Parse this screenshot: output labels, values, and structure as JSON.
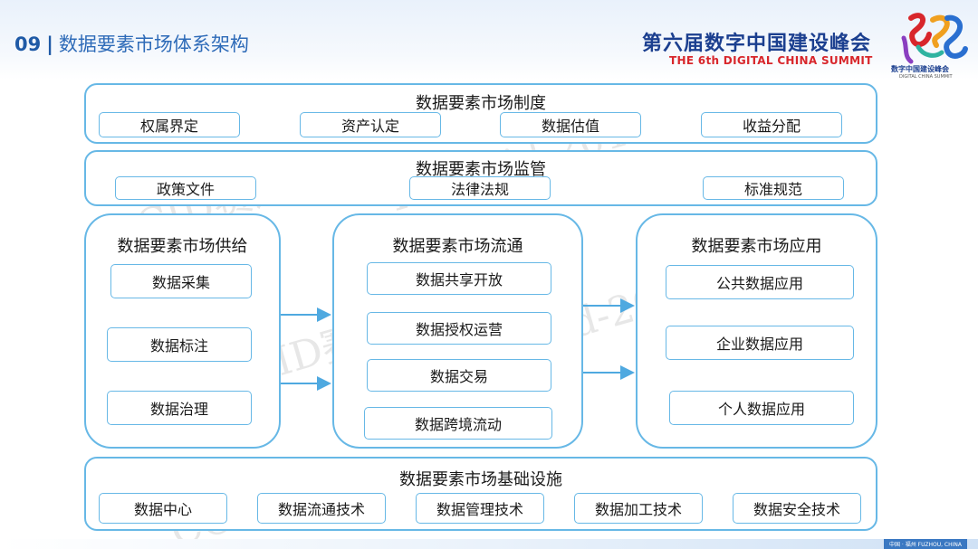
{
  "header": {
    "number": "09",
    "separator": "|",
    "title": "数据要素市场体系架构",
    "summit_cn": "第六届数字中国建设峰会",
    "summit_en": "THE 6th DIGITAL CHINA SUMMIT",
    "logo_cn": "数字中国建设峰会",
    "logo_en": "DIGITAL CHINA SUMMIT"
  },
  "system": {
    "title": "数据要素市场制度",
    "items": [
      "权属界定",
      "资产认定",
      "数据估值",
      "收益分配"
    ]
  },
  "regulation": {
    "title": "数据要素市场监管",
    "items": [
      "政策文件",
      "法律法规",
      "标准规范"
    ]
  },
  "supply": {
    "title": "数据要素市场供给",
    "items": [
      "数据采集",
      "数据标注",
      "数据治理"
    ]
  },
  "circulation": {
    "title": "数据要素市场流通",
    "items": [
      "数据共享开放",
      "数据授权运营",
      "数据交易",
      "数据跨境流动"
    ]
  },
  "application": {
    "title": "数据要素市场应用",
    "items": [
      "公共数据应用",
      "企业数据应用",
      "个人数据应用"
    ]
  },
  "infrastructure": {
    "title": "数据要素市场基础设施",
    "items": [
      "数据中心",
      "数据流通技术",
      "数据管理技术",
      "数据加工技术",
      "数据安全技术"
    ]
  },
  "watermarks": [
    "CCID赛迪",
    "ID: ccid-2014"
  ],
  "footer": "中国 · 福州   FUZHOU, CHINA",
  "colors": {
    "border": "#67b8e6",
    "title_blue": "#2e6bb8",
    "summit_red": "#d8262b",
    "summit_navy": "#1b3f8f"
  }
}
